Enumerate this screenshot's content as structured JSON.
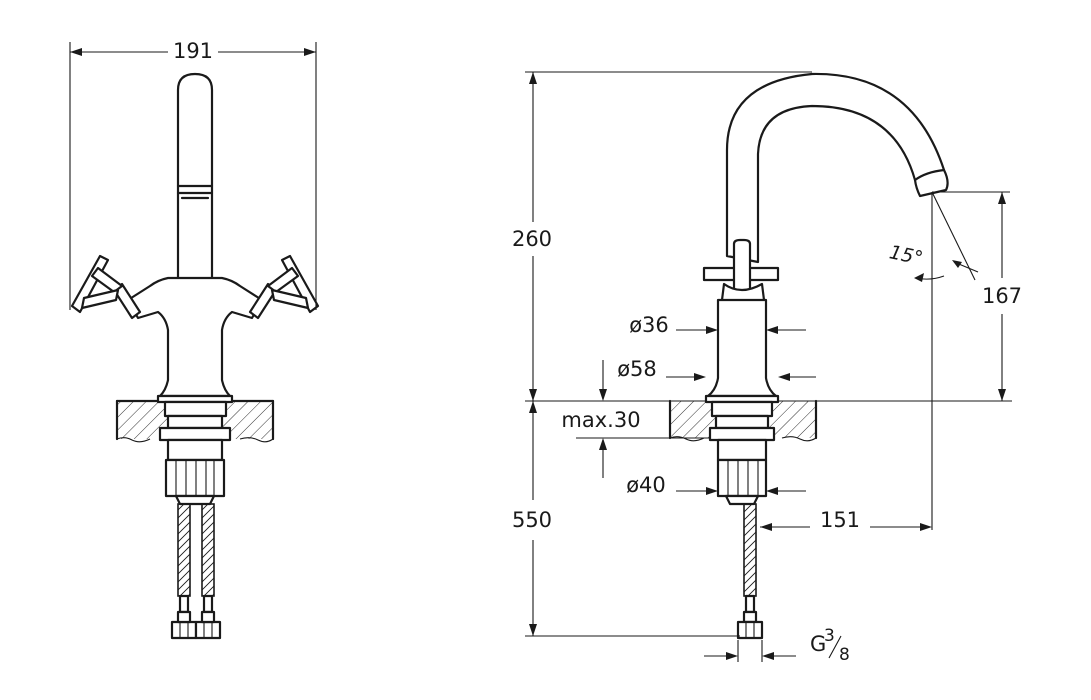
{
  "dimensions": {
    "overall_width": "191",
    "height_above_counter": "260",
    "spout_outlet_height": "167",
    "spout_angle": "15°",
    "body_diameter_upper": "ø36",
    "base_diameter": "ø58",
    "max_counter_thickness": "max.30",
    "shank_diameter": "ø40",
    "hose_length": "550",
    "spout_reach": "151",
    "connection_thread": "G",
    "connection_thread_num": "3",
    "connection_thread_den": "8"
  }
}
